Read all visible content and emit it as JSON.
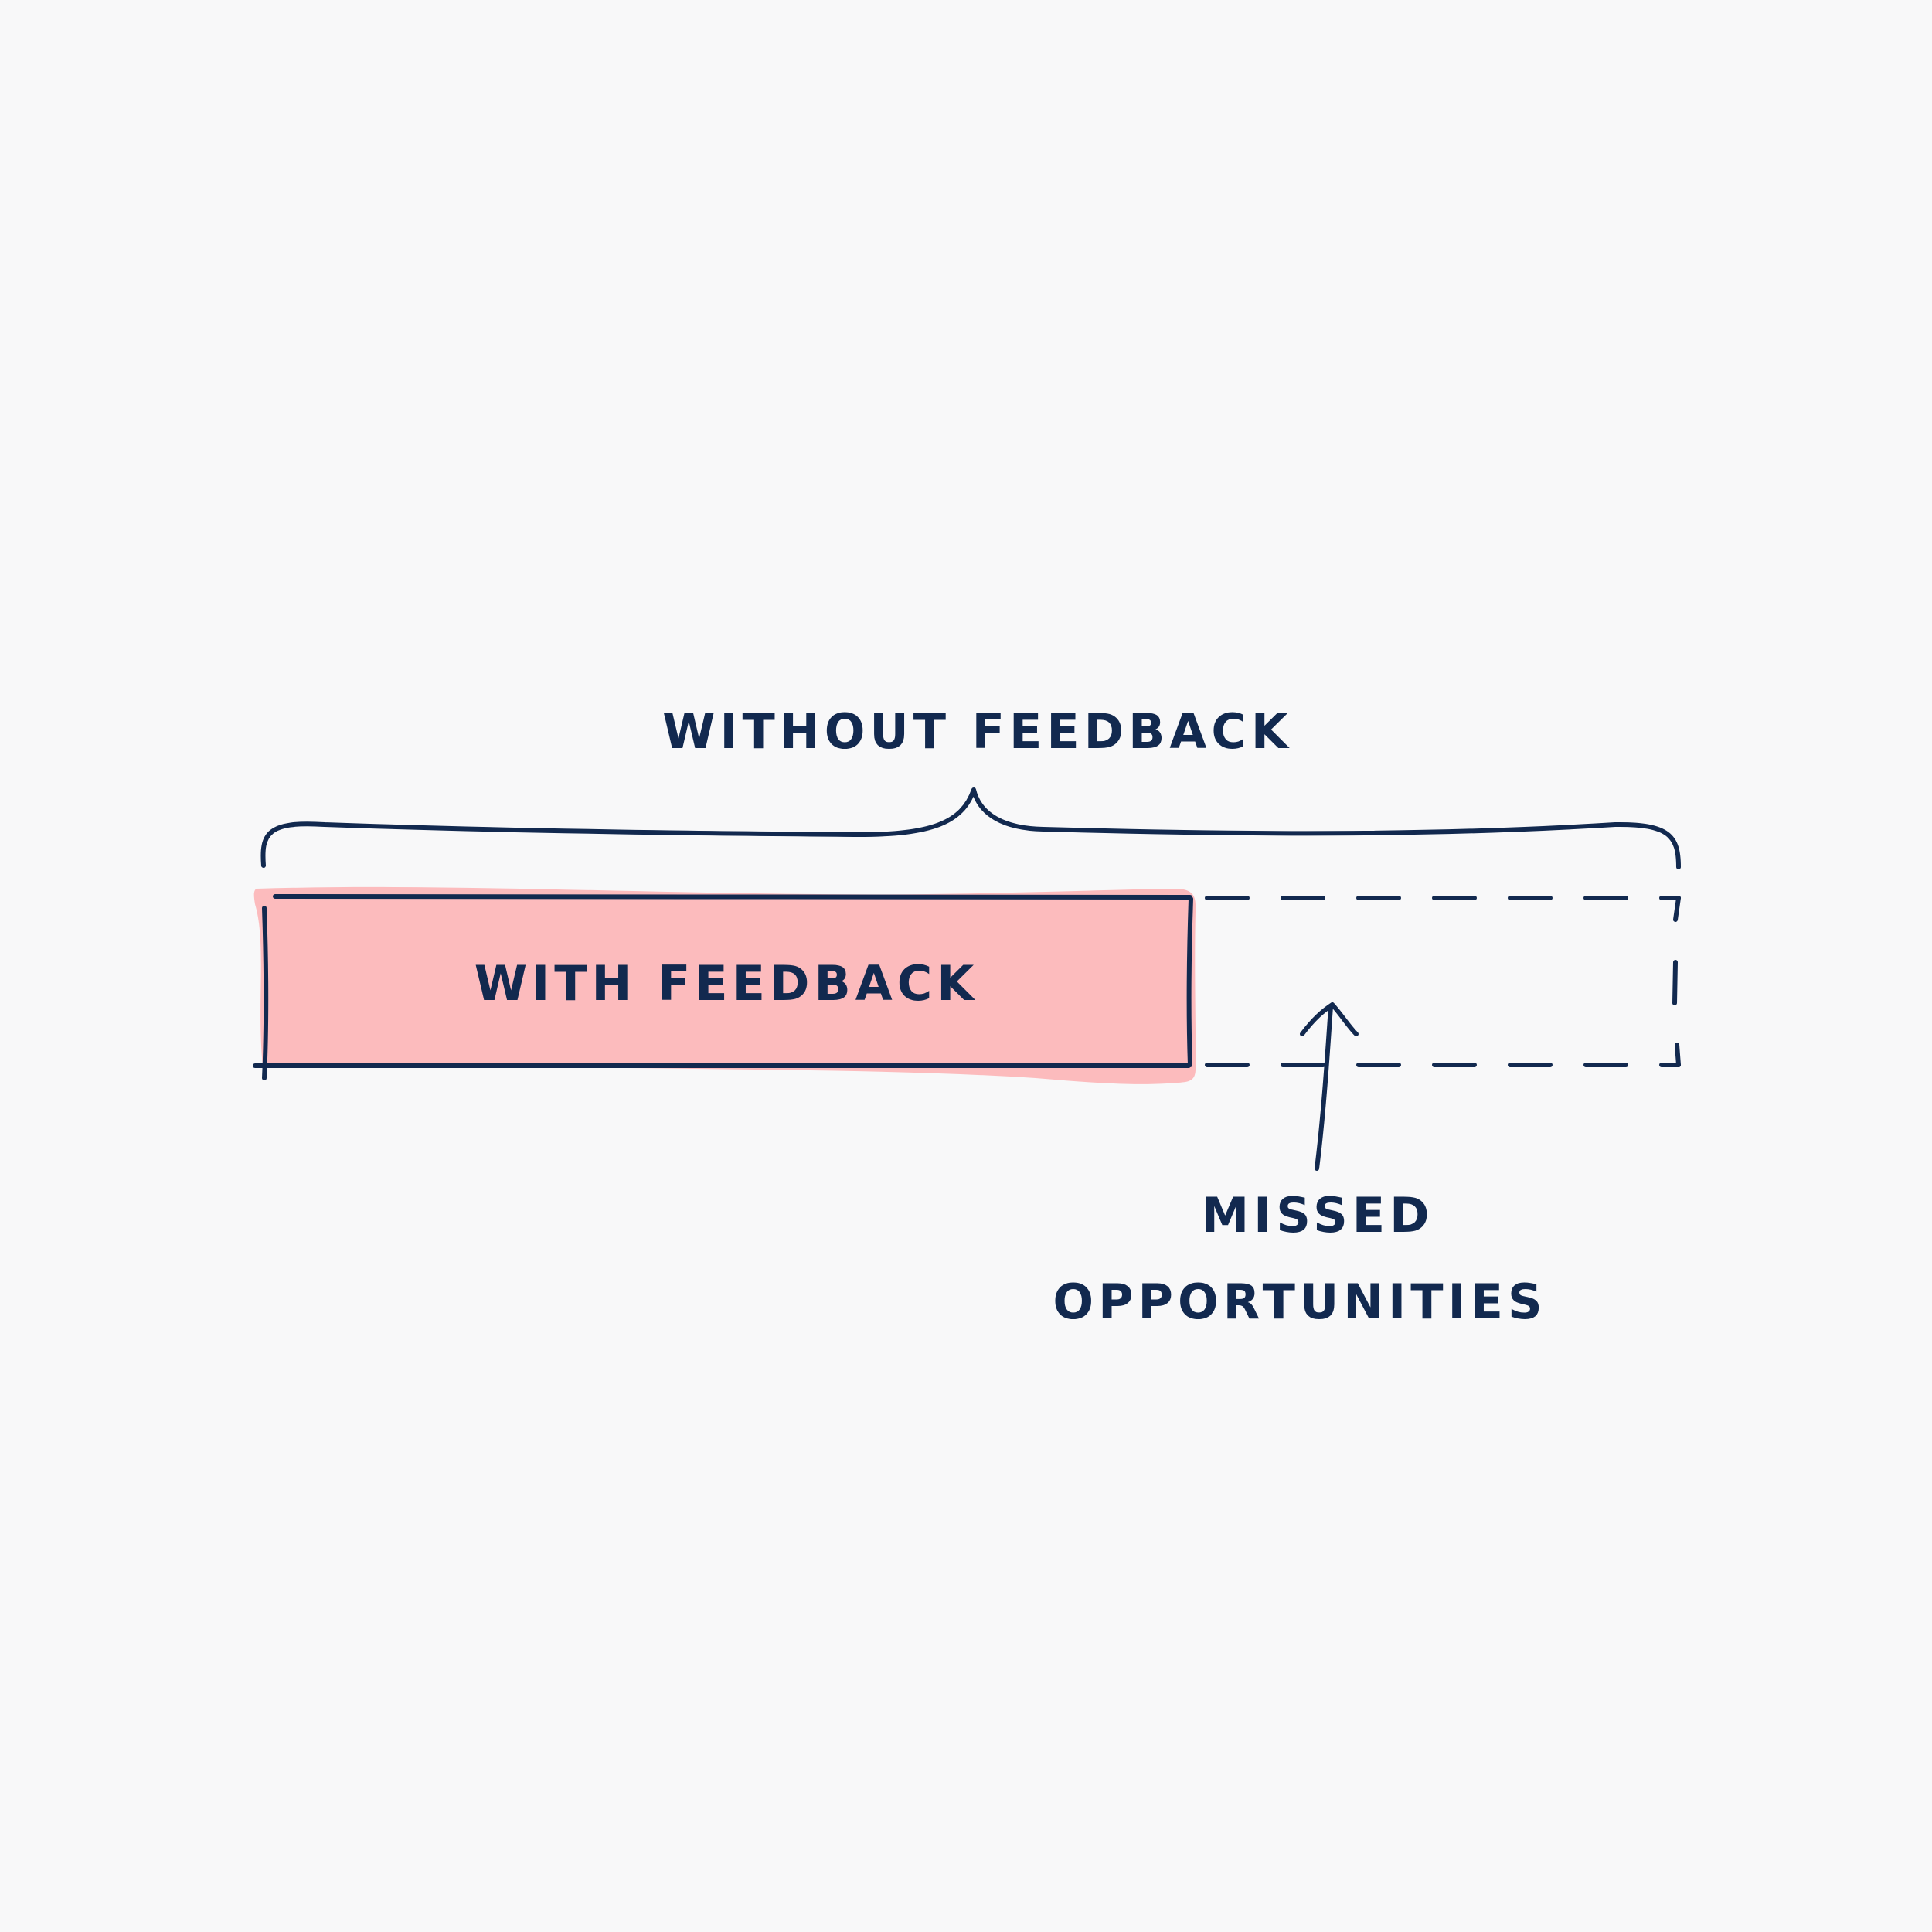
{
  "colors": {
    "background": "#f8f8f9",
    "ink": "#12294f",
    "highlight": "#fcbbbd"
  },
  "labels": {
    "without_feedback": "WITHOUT FEEDBACK",
    "with_feedback": "WITH FEEDBACK",
    "missed_line1": "MISSED",
    "missed_line2": "OPPORTUNITIES"
  }
}
